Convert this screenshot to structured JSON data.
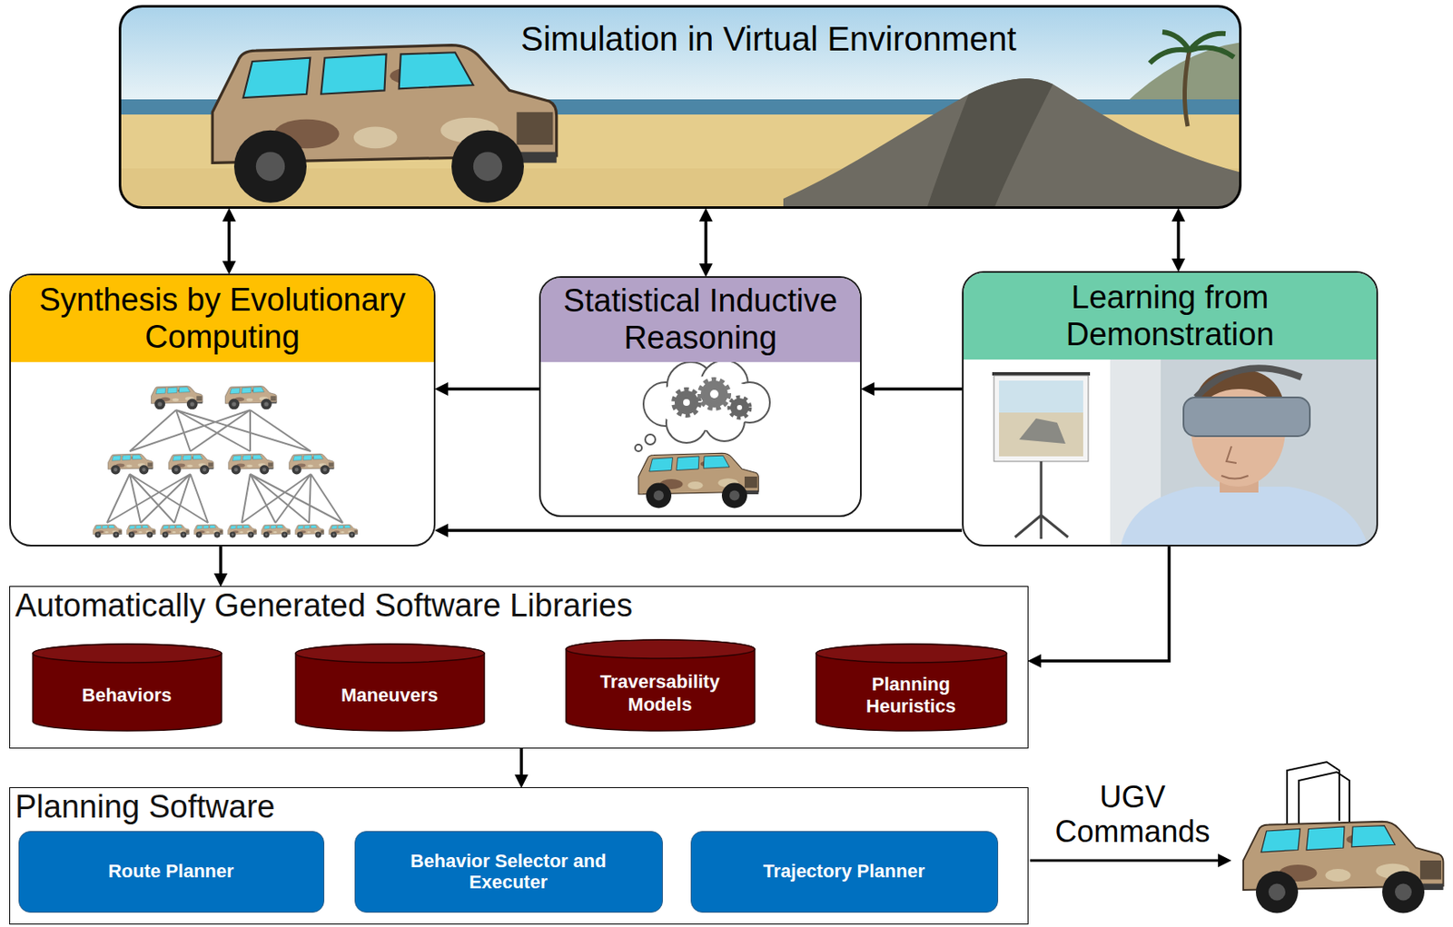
{
  "diagram": {
    "nodes": [
      {
        "text": [
          "Simulation in Virtual Environment"
        ]
      },
      {
        "text": [
          "Synthesis by Evolutionary Computing"
        ]
      },
      {
        "text": [
          "Statistical Inductive Reasoning"
        ]
      },
      {
        "text": [
          "Learning from Demonstration"
        ]
      },
      {
        "text": [
          "Automatically Generated Software Libraries"
        ]
      },
      {
        "text": [
          "Behaviors"
        ],
        "in": 4
      },
      {
        "text": [
          "Maneuvers"
        ],
        "in": 4
      },
      {
        "text": [
          "Traversability Models"
        ],
        "in": 4
      },
      {
        "text": [
          "Planning Heuristics"
        ],
        "in": 4
      },
      {
        "text": [
          "Planning Software"
        ]
      },
      {
        "text": [
          "Route Planner"
        ],
        "in": 9
      },
      {
        "text": [
          "Behavior Selector and Executer"
        ],
        "in": 9
      },
      {
        "text": [
          "Trajectory Planner"
        ],
        "in": 9
      }
    ],
    "edges": [
      {
        "from": 0,
        "to": 1,
        "arrow": "both"
      },
      {
        "from": 0,
        "to": 2,
        "arrow": "both"
      },
      {
        "from": 0,
        "to": 3,
        "arrow": "both"
      },
      {
        "from": 2,
        "to": 1,
        "arrow": "to"
      },
      {
        "from": 3,
        "to": 2,
        "arrow": "to"
      },
      {
        "from": 3,
        "to": 1,
        "arrow": "to"
      },
      {
        "from": 1,
        "to": 4,
        "arrow": "to"
      },
      {
        "from": 3,
        "to": 4,
        "arrow": "to"
      },
      {
        "from": 4,
        "to": 9,
        "arrow": "to"
      }
    ],
    "labels": [
      "UGV Commands"
    ]
  }
}
